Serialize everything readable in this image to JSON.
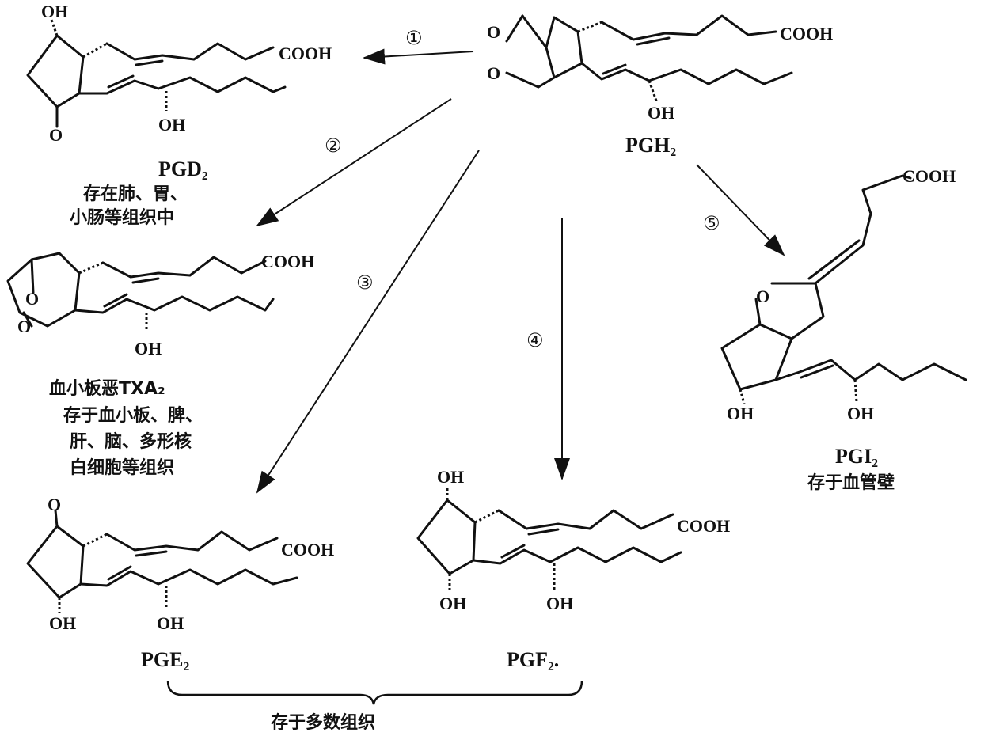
{
  "title": "Prostaglandin H2 conversion pathways",
  "atoms": {
    "oh": "OH",
    "cooh": "COOH",
    "o": "O"
  },
  "compounds": {
    "pgh2": {
      "name": "PGH₂"
    },
    "pgd2": {
      "name": "PGD₂",
      "note_lines": [
        "存在肺、胃、",
        "小肠等组织中"
      ]
    },
    "txa2": {
      "name": "血小板恶TXA₂",
      "note_lines": [
        "存于血小板、脾、",
        "肝、脑、多形核",
        "白细胞等组织"
      ]
    },
    "pge2": {
      "name": "PGE₂"
    },
    "pgf2": {
      "name": "PGF₂."
    },
    "pgi2": {
      "name": "PGI₂",
      "note_lines": [
        "存于血管壁"
      ]
    }
  },
  "steps": [
    "①",
    "②",
    "③",
    "④",
    "⑤"
  ],
  "brace_label": "存于多数组织"
}
